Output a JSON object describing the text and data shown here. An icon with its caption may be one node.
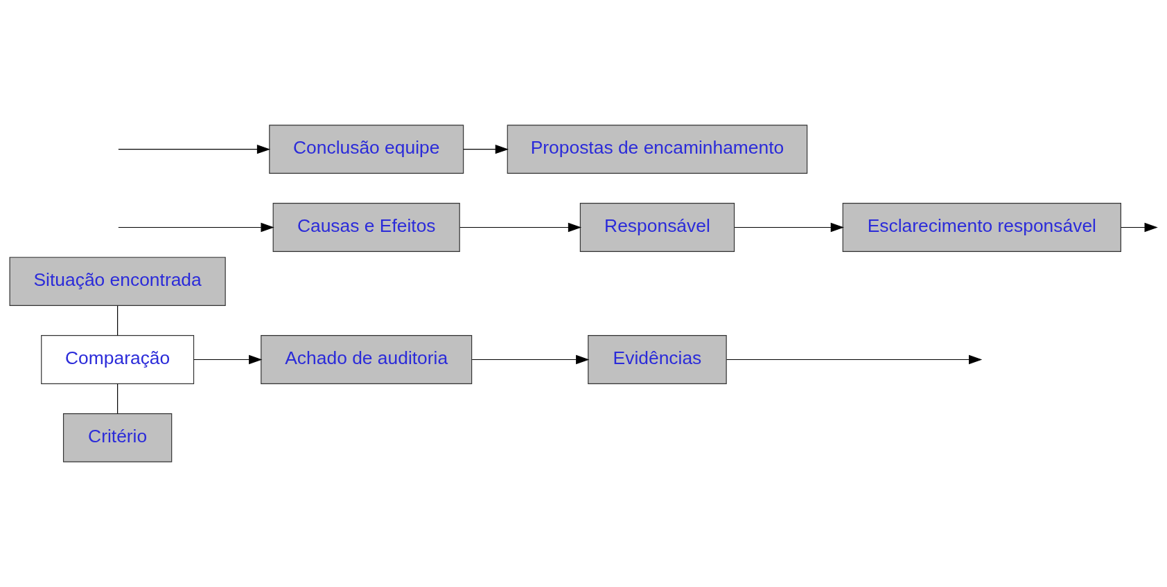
{
  "diagram": {
    "nodes": [
      {
        "text": [
          "Situação encontrada"
        ]
      },
      {
        "text": [
          "Comparação"
        ]
      },
      {
        "text": [
          "Critério"
        ]
      },
      {
        "text": [
          "Achado de auditoria"
        ]
      },
      {
        "text": [
          "Evidências"
        ]
      },
      {
        "text": [
          "Causas e Efeitos"
        ]
      },
      {
        "text": [
          "Responsável"
        ]
      },
      {
        "text": [
          "Esclarecimento responsável"
        ]
      },
      {
        "text": [
          "Conclusão equipe"
        ]
      },
      {
        "text": [
          "Propostas de encaminhamento"
        ]
      }
    ],
    "edges": [
      {
        "from": 0,
        "to": 1,
        "arrow": "none"
      },
      {
        "from": 1,
        "to": 2,
        "arrow": "none"
      },
      {
        "from": 1,
        "to": 3,
        "arrow": "to"
      },
      {
        "from": 3,
        "to": 4,
        "arrow": "to"
      },
      {
        "from": 4,
        "to": null,
        "arrow": "to"
      },
      {
        "from": null,
        "to": 5,
        "arrow": "to"
      },
      {
        "from": 5,
        "to": 6,
        "arrow": "to"
      },
      {
        "from": 6,
        "to": 7,
        "arrow": "to"
      },
      {
        "from": 7,
        "to": null,
        "arrow": "to"
      },
      {
        "from": null,
        "to": 8,
        "arrow": "to"
      },
      {
        "from": 8,
        "to": 9,
        "arrow": "to"
      }
    ]
  }
}
